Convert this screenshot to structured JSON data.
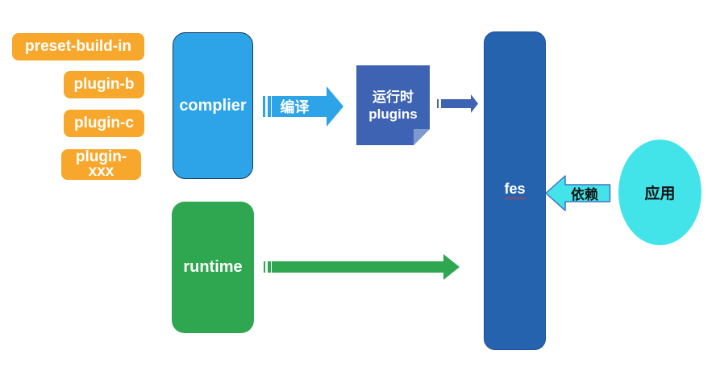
{
  "diagram": {
    "background": "#ffffff",
    "plugins_panel": {
      "color": "#F7A82C",
      "items": [
        {
          "label": "preset-build-in"
        },
        {
          "label": "plugin-b"
        },
        {
          "label": "plugin-c"
        },
        {
          "label": "plugin-xxx"
        }
      ]
    },
    "nodes": {
      "complier": {
        "label": "complier",
        "fill": "#2DA4E8",
        "border": "#17375E"
      },
      "runtime": {
        "label": "runtime",
        "fill": "#2FA750"
      },
      "runtime_plugins": {
        "lines": [
          "运行时",
          "plugins"
        ],
        "fill": "#3E63B3",
        "fold_color": "#7E99CE"
      },
      "fes": {
        "label": "fes",
        "fill": "#2663AF",
        "spellcheck_underline": "#D93B2B"
      },
      "app": {
        "label": "应用",
        "fill": "#43E4E9"
      }
    },
    "arrows": {
      "compile": {
        "label": "编译",
        "color": "#2DA4E8",
        "direction": "right",
        "from": "complier",
        "to": "runtime_plugins"
      },
      "plugins_to_fes": {
        "color": "#3E63B3",
        "direction": "right",
        "from": "runtime_plugins",
        "to": "fes"
      },
      "runtime_to_fes": {
        "color": "#2FA750",
        "direction": "right",
        "from": "runtime",
        "to": "fes"
      },
      "depends": {
        "label": "依赖",
        "fill": "#43E4E9",
        "stroke": "#4472C4",
        "direction": "left",
        "from": "app",
        "to": "fes"
      }
    }
  }
}
